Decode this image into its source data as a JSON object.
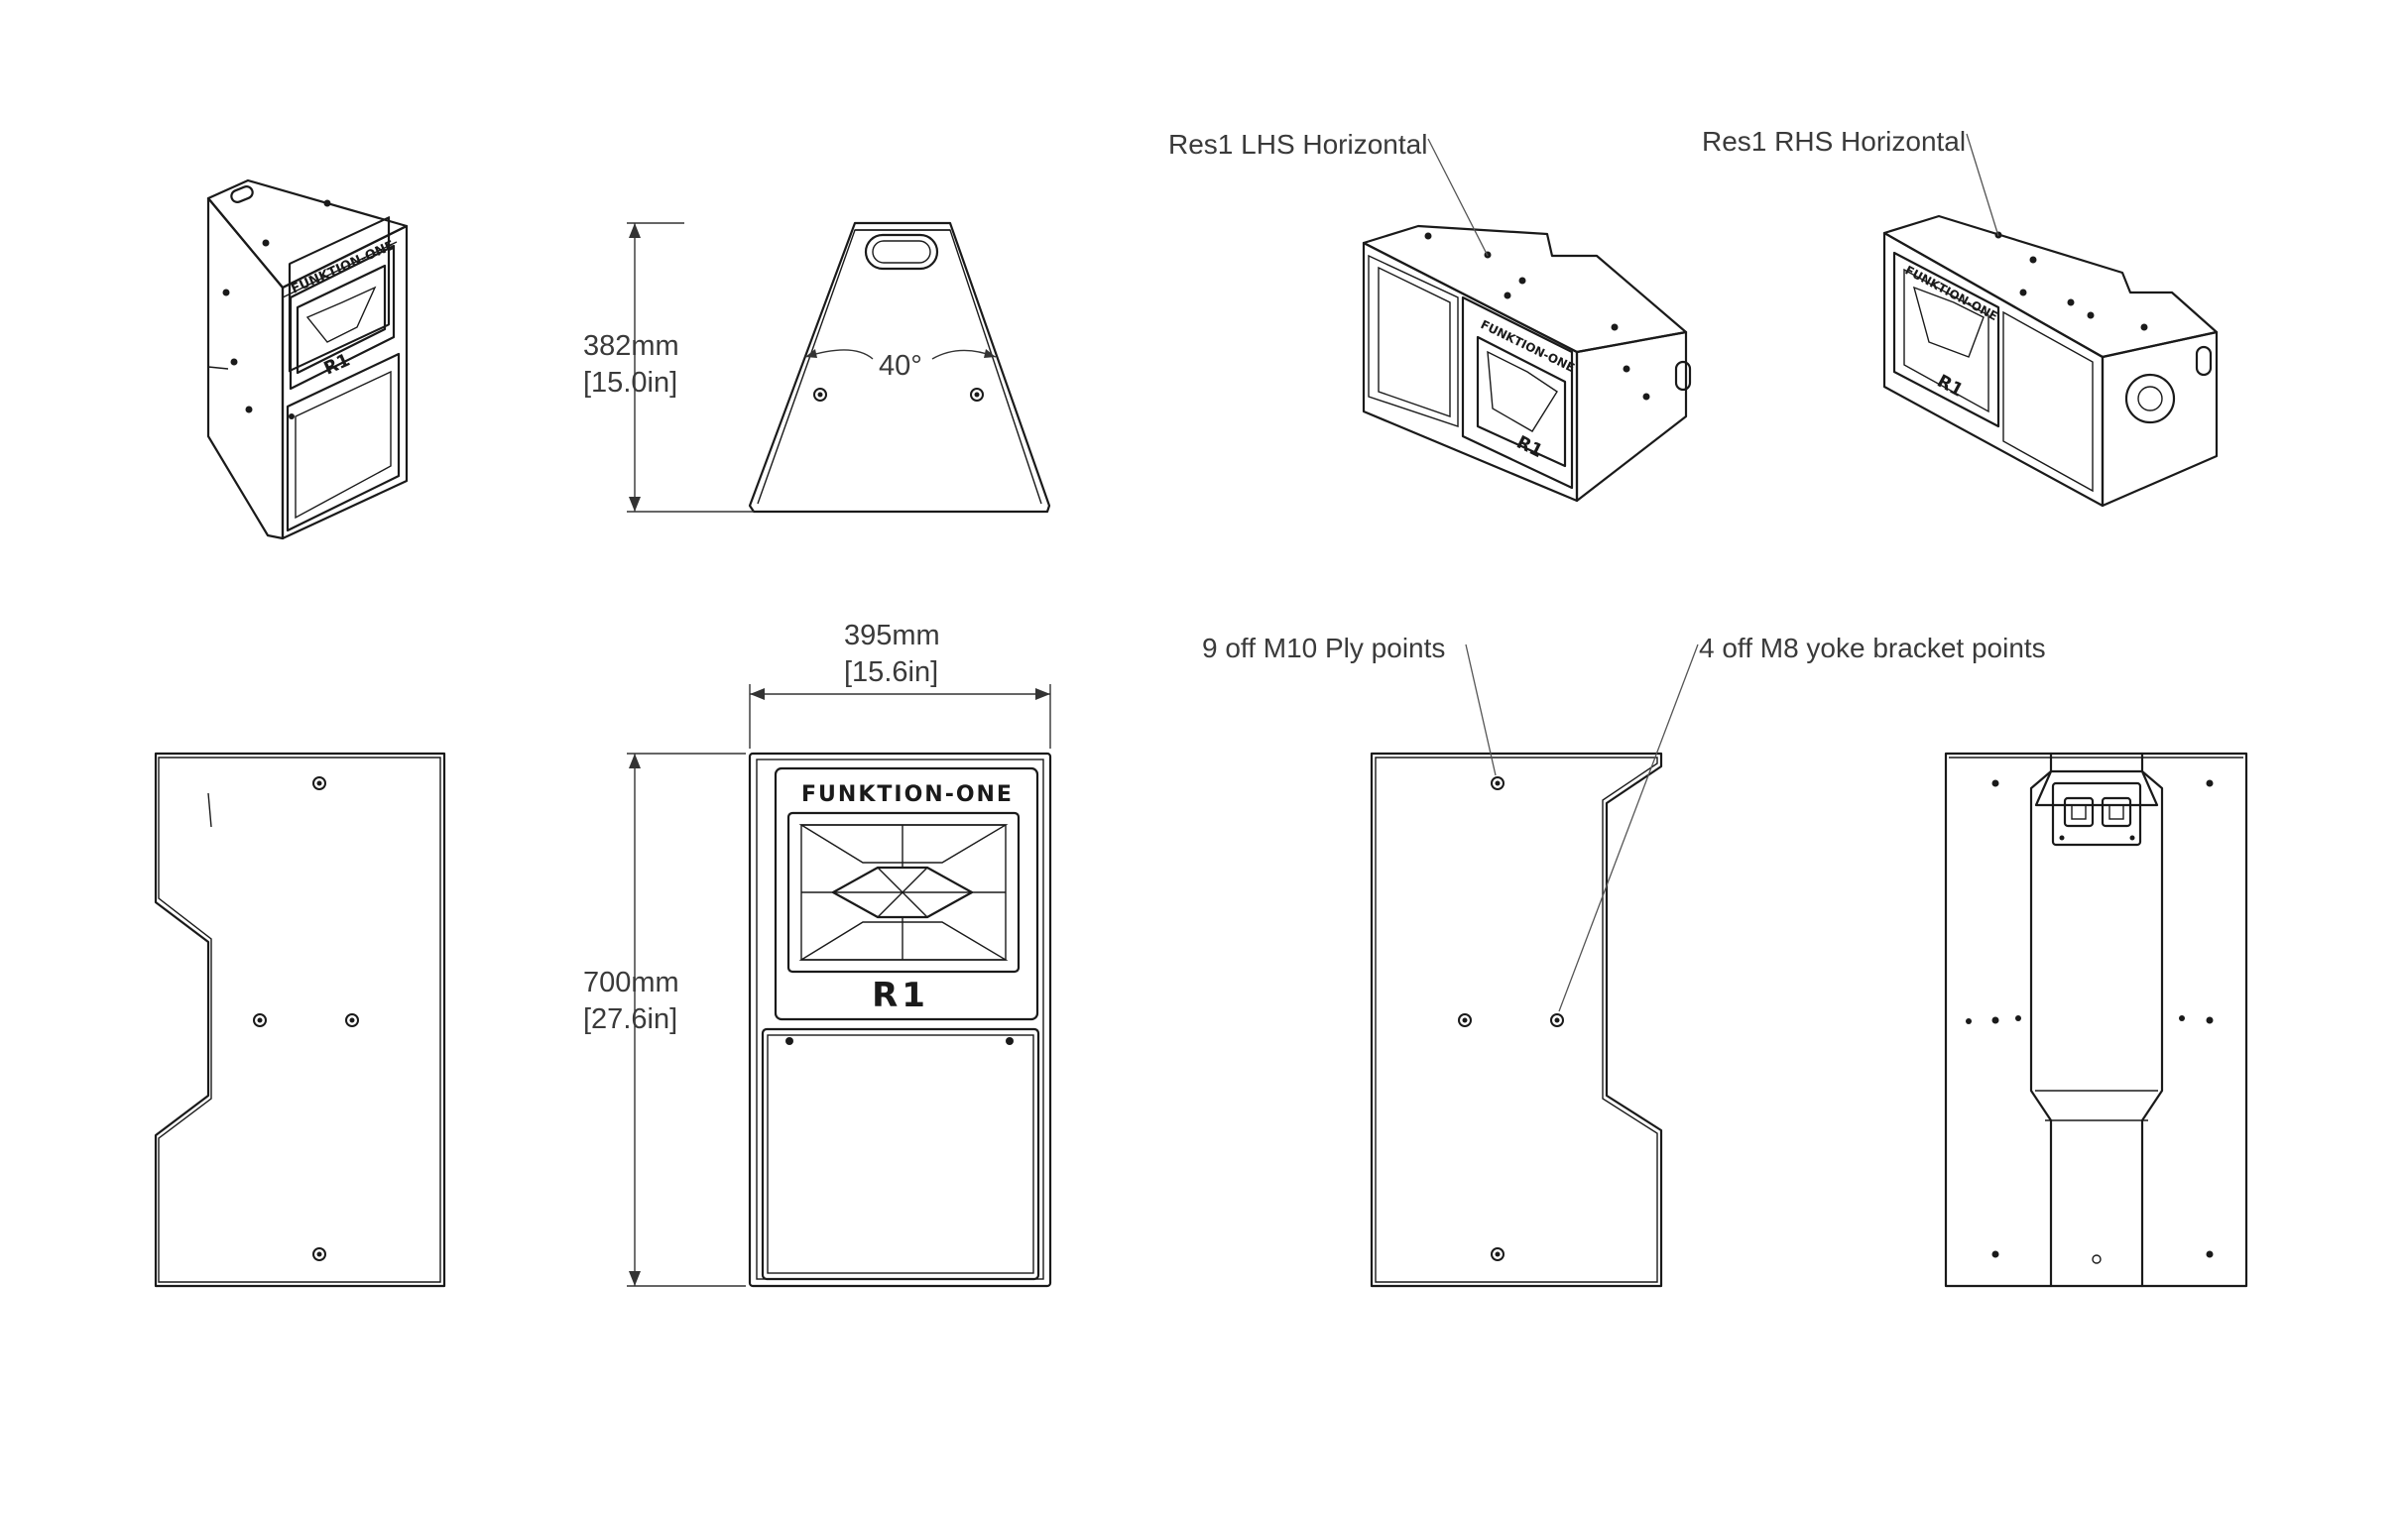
{
  "dimensions": {
    "height_mm": "382mm",
    "height_in": "[15.0in]",
    "angle": "40°",
    "width_mm": "395mm",
    "width_in": "[15.6in]",
    "depth_mm": "700mm",
    "depth_in": "[27.6in]"
  },
  "callouts": {
    "lhs_horizontal": "Res1 LHS Horizontal",
    "rhs_horizontal": "Res1 RHS Horizontal",
    "ply_points": "9 off M10 Ply points",
    "yoke_points": "4 off M8 yoke bracket points"
  },
  "product": {
    "brand": "FUNKTION-ONE",
    "model": "R1"
  },
  "colors": {
    "line": "#1a1a1a",
    "text": "#3a3a3a",
    "background": "#ffffff"
  }
}
